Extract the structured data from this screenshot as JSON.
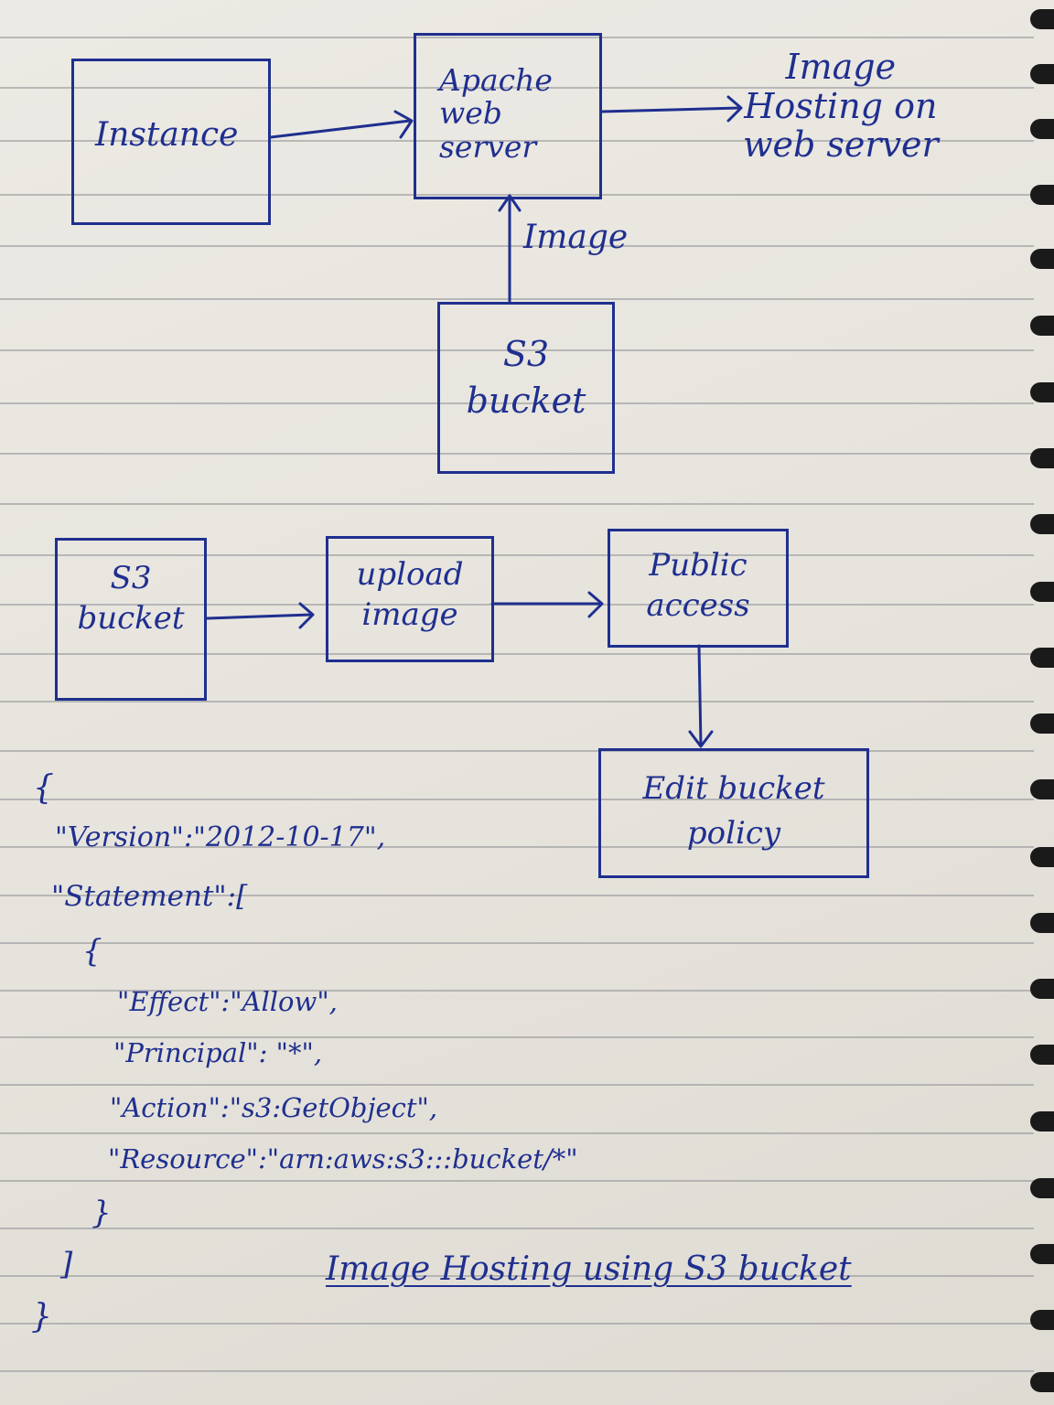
{
  "top_diagram": {
    "instance": "Instance",
    "apache": "Apache\nweb\nserver",
    "hosting": "Image\nHosting on\nweb server",
    "image_label": "Image",
    "s3": "S3\nbucket"
  },
  "flow_diagram": {
    "s3": "S3\nbucket",
    "upload": "upload\nimage",
    "public": "Public\naccess",
    "policy": "Edit bucket\npolicy"
  },
  "policy_json": [
    "{",
    "\"Version\":\"2012-10-17\",",
    "\"Statement\":[",
    "{",
    "\"Effect\":\"Allow\",",
    "\"Principal\": \"*\",",
    "\"Action\":\"s3:GetObject\",",
    "\"Resource\":\"arn:aws:s3:::bucket/*\"",
    "}",
    "]",
    "}"
  ],
  "title": "Image Hosting using S3 bucket",
  "colors": {
    "ink": "#1f2f8f",
    "paper": "#e9e6df",
    "rule": "#8e8f95"
  }
}
